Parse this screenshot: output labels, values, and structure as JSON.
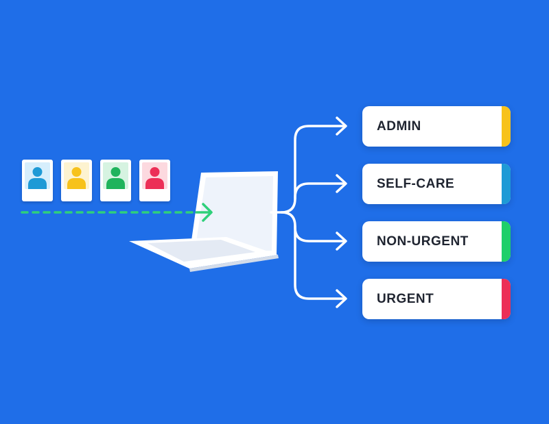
{
  "profiles": [
    {
      "name": "profile-blue",
      "photo_bg": "#d6eefc",
      "person_color": "#1e9ad6"
    },
    {
      "name": "profile-yellow",
      "photo_bg": "#fdf3d0",
      "person_color": "#f7c21b"
    },
    {
      "name": "profile-green",
      "photo_bg": "#d6f3e1",
      "person_color": "#1fb35c"
    },
    {
      "name": "profile-red",
      "photo_bg": "#fcd9df",
      "person_color": "#ec2f57"
    }
  ],
  "categories": [
    {
      "label": "ADMIN",
      "accent": "#f7c21b"
    },
    {
      "label": "SELF-CARE",
      "accent": "#1e9ad6"
    },
    {
      "label": "NON-URGENT",
      "accent": "#1fcf6a"
    },
    {
      "label": "URGENT",
      "accent": "#ec2f57"
    }
  ],
  "colors": {
    "background": "#1f6ee8",
    "flow_line": "#ffffff",
    "dashed_line": "#2fd07a",
    "laptop": "#ffffff"
  },
  "icons": [
    "person-icon",
    "laptop-icon",
    "arrow-right-icon"
  ]
}
